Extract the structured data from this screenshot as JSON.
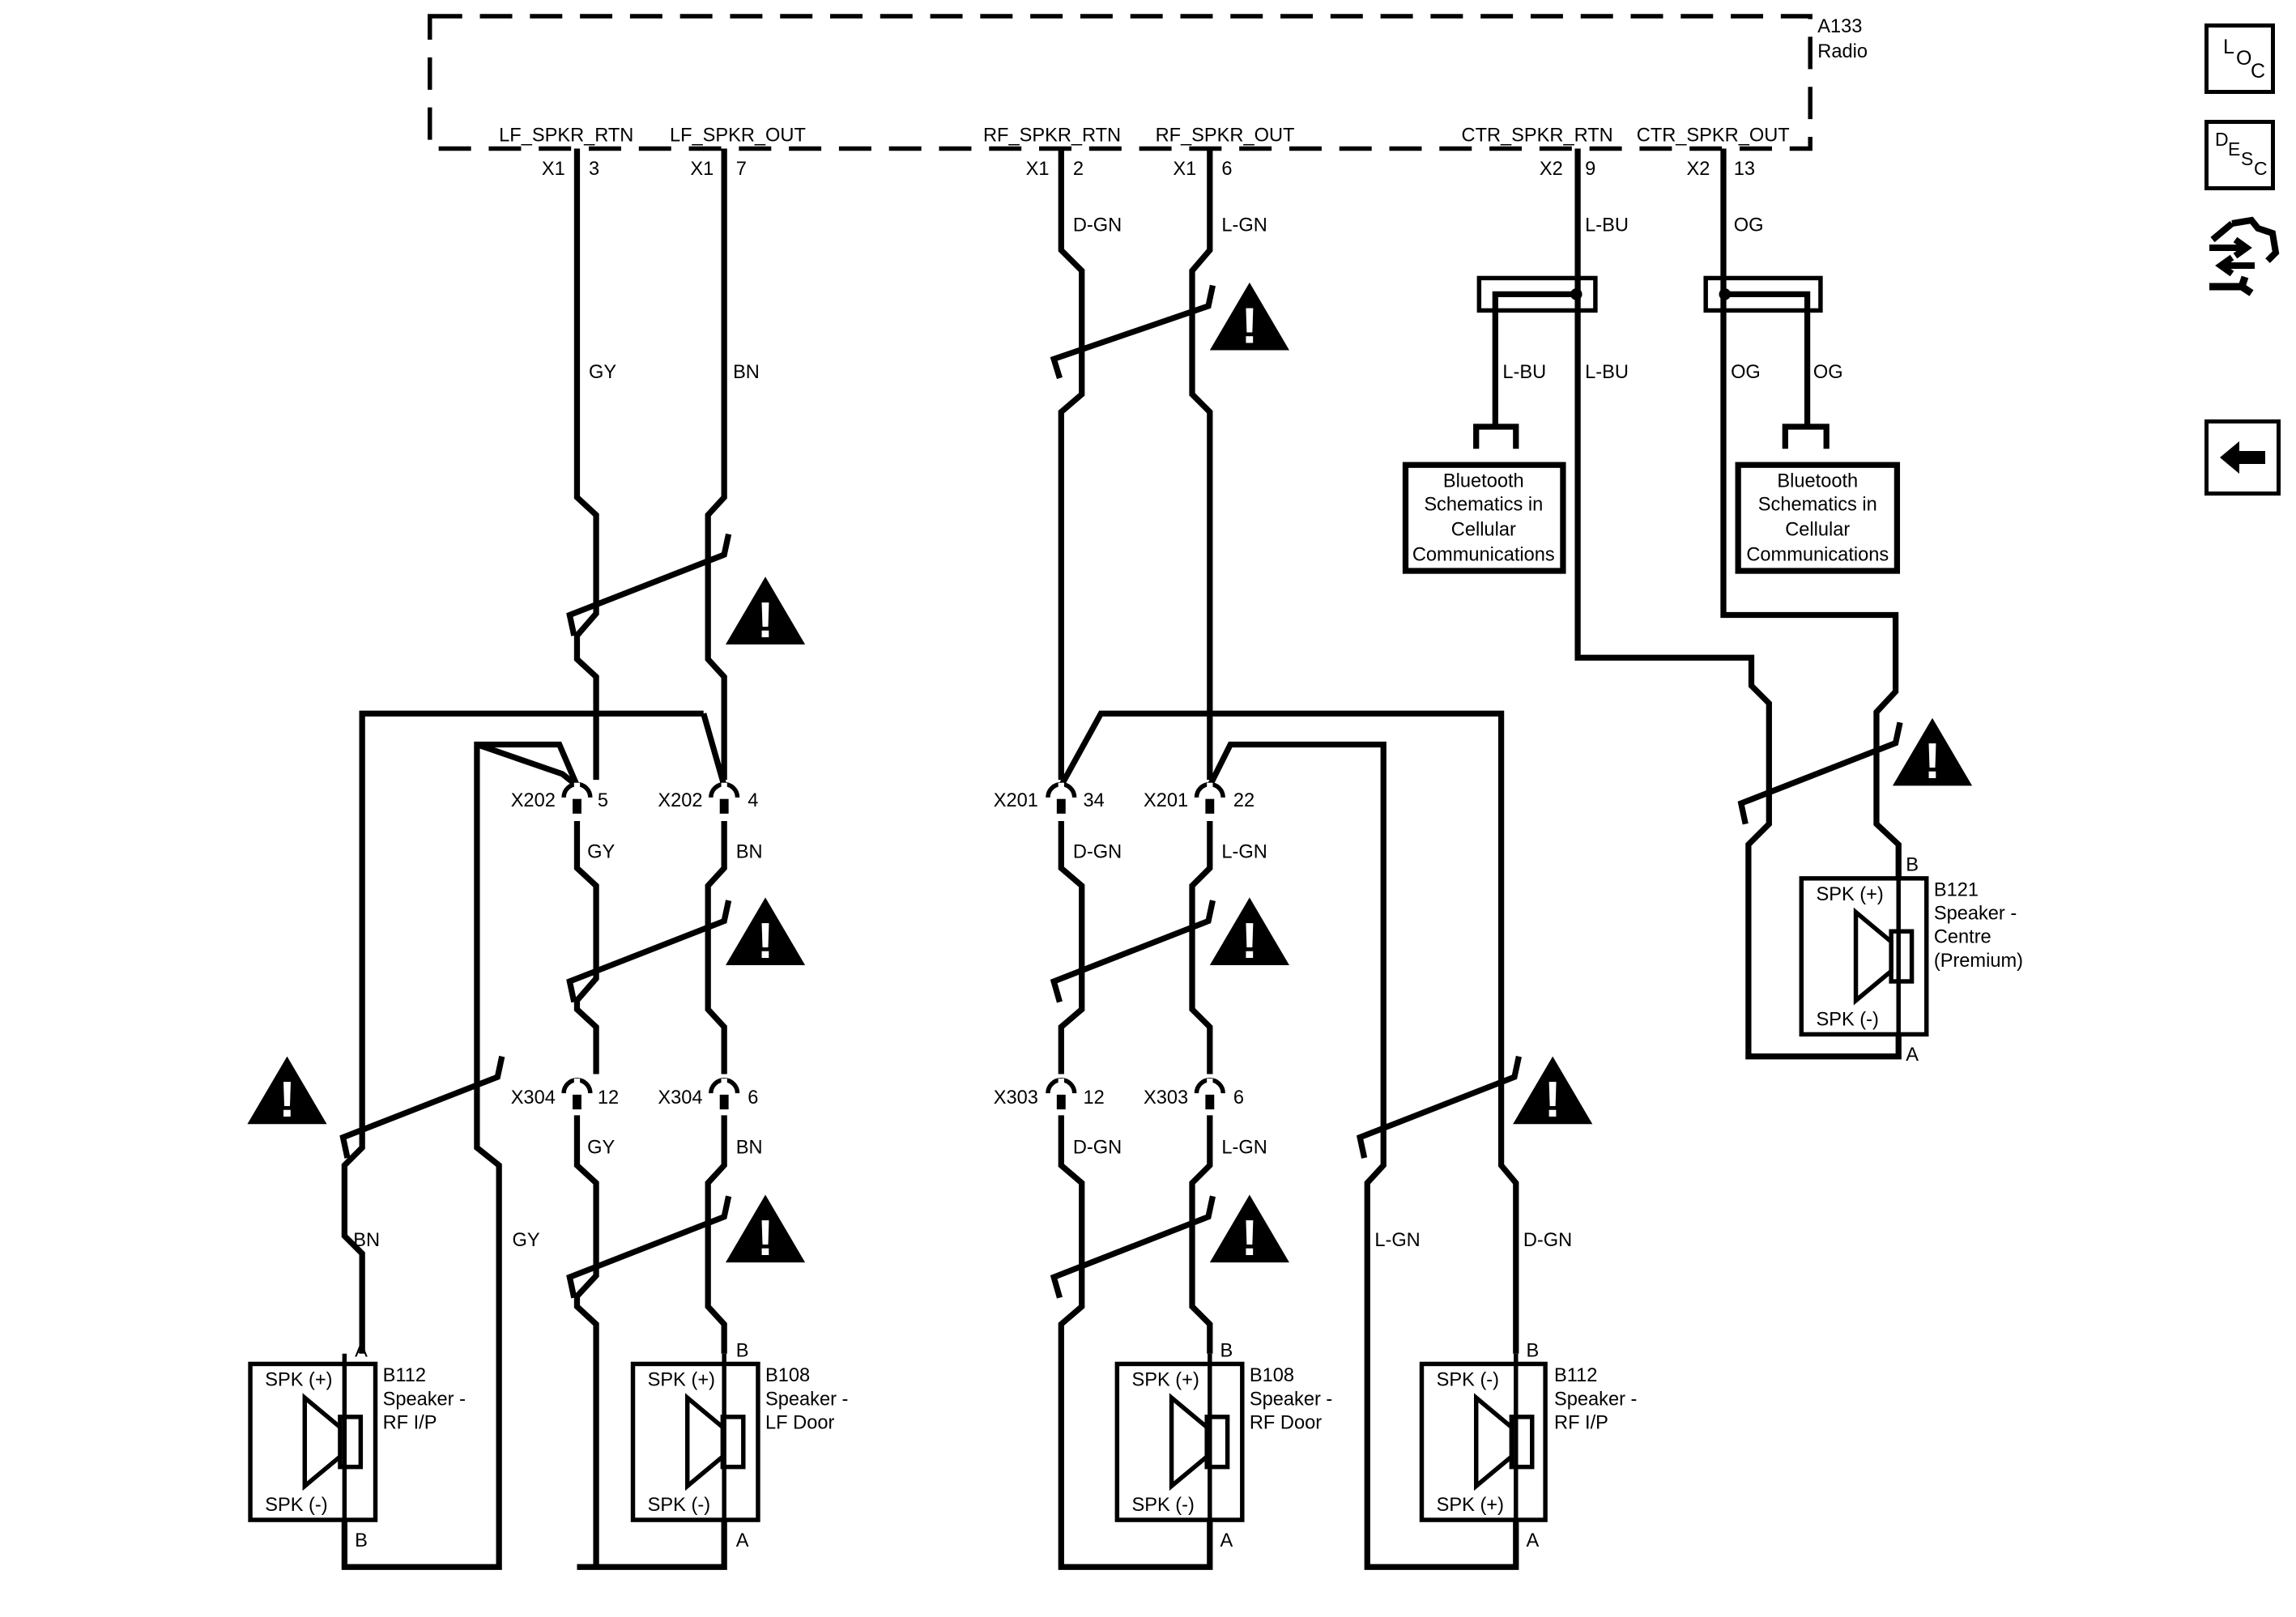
{
  "radio": {
    "ref": "A133",
    "name": "Radio",
    "pins": [
      {
        "signal": "LF_SPKR_RTN",
        "conn": "X1",
        "pin": "3",
        "color": "GY"
      },
      {
        "signal": "LF_SPKR_OUT",
        "conn": "X1",
        "pin": "7",
        "color": "BN"
      },
      {
        "signal": "RF_SPKR_RTN",
        "conn": "X1",
        "pin": "2",
        "color": "D-GN"
      },
      {
        "signal": "RF_SPKR_OUT",
        "conn": "X1",
        "pin": "6",
        "color": "L-GN"
      },
      {
        "signal": "CTR_SPKR_RTN",
        "conn": "X2",
        "pin": "9",
        "color": "L-BU"
      },
      {
        "signal": "CTR_SPKR_OUT",
        "conn": "X2",
        "pin": "13",
        "color": "OG"
      }
    ]
  },
  "connectors": [
    {
      "ref": "X202",
      "pin": "5",
      "color_below": "GY"
    },
    {
      "ref": "X202",
      "pin": "4",
      "color_below": "BN"
    },
    {
      "ref": "X201",
      "pin": "34",
      "color_below": "D-GN"
    },
    {
      "ref": "X201",
      "pin": "22",
      "color_below": "L-GN"
    },
    {
      "ref": "X304",
      "pin": "12",
      "color_below": "GY"
    },
    {
      "ref": "X304",
      "pin": "6",
      "color_below": "BN"
    },
    {
      "ref": "X303",
      "pin": "12",
      "color_below": "D-GN"
    },
    {
      "ref": "X303",
      "pin": "6",
      "color_below": "L-GN"
    }
  ],
  "wire_labels": {
    "lf_rtn_mid": "GY",
    "lf_out_mid": "BN",
    "bn_to_b112_left": "BN",
    "gy_to_b112_left": "GY",
    "lgn_to_b112_right": "L-GN",
    "dgn_to_b112_right": "D-GN",
    "ctr_rtn_after_splice": "L-BU",
    "ctr_rtn_branch": "L-BU",
    "ctr_out_after_splice": "OG",
    "ctr_out_branch": "OG"
  },
  "bluetooth_refs": [
    {
      "text": [
        "Bluetooth",
        "Schematics in",
        "Cellular",
        "Communications"
      ]
    },
    {
      "text": [
        "Bluetooth",
        "Schematics in",
        "Cellular",
        "Communications"
      ]
    }
  ],
  "speakers": [
    {
      "ref": "B112",
      "line2": "Speaker -",
      "line3": "RF I/P",
      "top_term": "SPK (+)",
      "bottom_term": "SPK (-)",
      "top_pin": "A",
      "bottom_pin": "B"
    },
    {
      "ref": "B108",
      "line2": "Speaker -",
      "line3": "LF Door",
      "top_term": "SPK (+)",
      "bottom_term": "SPK (-)",
      "top_pin": "B",
      "bottom_pin": "A"
    },
    {
      "ref": "B108",
      "line2": "Speaker -",
      "line3": "RF Door",
      "top_term": "SPK (+)",
      "bottom_term": "SPK (-)",
      "top_pin": "B",
      "bottom_pin": "A"
    },
    {
      "ref": "B112",
      "line2": "Speaker -",
      "line3": "RF I/P",
      "top_term": "SPK (-)",
      "bottom_term": "SPK (+)",
      "top_pin": "B",
      "bottom_pin": "A"
    },
    {
      "ref": "B121",
      "line2": "Speaker -",
      "line3": "Centre",
      "line4": "(Premium)",
      "top_term": "SPK (+)",
      "bottom_term": "SPK (-)",
      "top_pin": "B",
      "bottom_pin": "A"
    }
  ],
  "warning_symbol": "!",
  "nav": {
    "loc": {
      "l1": "L",
      "l2": "O",
      "l3": "C",
      "icon": "loc-icon"
    },
    "desc": {
      "l1": "D",
      "l2": "E",
      "l3": "S",
      "l4": "C",
      "icon": "desc-icon"
    },
    "flow_icon": "connector-flow-icon",
    "back_icon": "back-arrow-icon"
  }
}
